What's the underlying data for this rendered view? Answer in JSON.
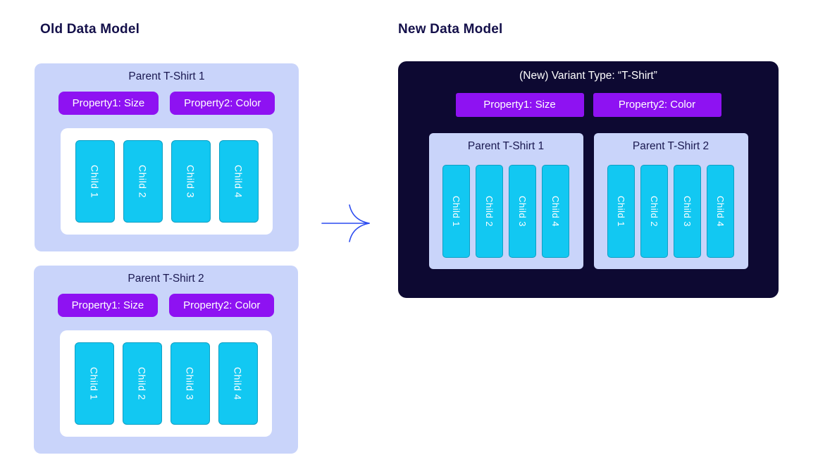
{
  "headings": {
    "old": "Old Data Model",
    "new": "New Data Model"
  },
  "old_model": {
    "parents": [
      {
        "title": "Parent T-Shirt 1",
        "properties": [
          "Property1: Size",
          "Property2: Color"
        ],
        "children": [
          "Child 1",
          "Child 2",
          "Child 3",
          "Child 4"
        ]
      },
      {
        "title": "Parent T-Shirt 2",
        "properties": [
          "Property1: Size",
          "Property2: Color"
        ],
        "children": [
          "Child 1",
          "Child 2",
          "Child 3",
          "Child 4"
        ]
      }
    ]
  },
  "new_model": {
    "variant_title": "(New) Variant Type: “T-Shirt”",
    "properties": [
      "Property1: Size",
      "Property2: Color"
    ],
    "parents": [
      {
        "title": "Parent T-Shirt 1",
        "children": [
          "Child 1",
          "Child 2",
          "Child 3",
          "Child 4"
        ]
      },
      {
        "title": "Parent T-Shirt 2",
        "children": [
          "Child 1",
          "Child 2",
          "Child 3",
          "Child 4"
        ]
      }
    ]
  },
  "colors": {
    "heading_text": "#14104A",
    "card_lavender": "#C9D4FA",
    "badge_purple": "#8E12F2",
    "child_cyan": "#12C8F2",
    "new_container_navy": "#0D0932",
    "arrow_blue": "#2B4BF0",
    "inner_box_white": "#FFFFFF"
  }
}
